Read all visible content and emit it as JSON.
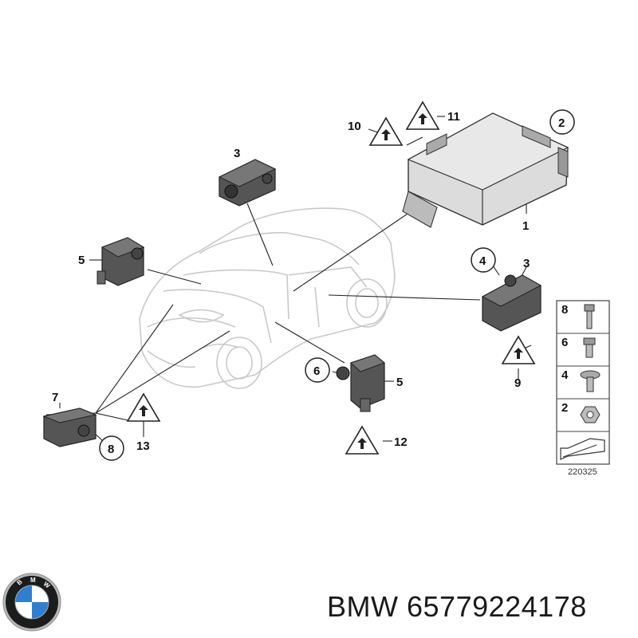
{
  "callouts": {
    "c1": "1",
    "c2": "2",
    "c3a": "3",
    "c3b": "3",
    "c4": "4",
    "c5a": "5",
    "c5b": "5",
    "c6": "6",
    "c7": "7",
    "c8": "8",
    "c9": "9",
    "c10": "10",
    "c11": "11",
    "c12": "12",
    "c13": "13"
  },
  "legend": {
    "items": [
      "8",
      "6",
      "4",
      "2"
    ],
    "ref_number": "220325"
  },
  "footer": {
    "brand": "BMW",
    "part_number": "65779224178"
  },
  "logo": {
    "text": "BMW",
    "colors": {
      "blue": "#2f7fd0",
      "white": "#ffffff",
      "ring": "#1c1c1c",
      "chrome": "#b8b8b8"
    }
  }
}
